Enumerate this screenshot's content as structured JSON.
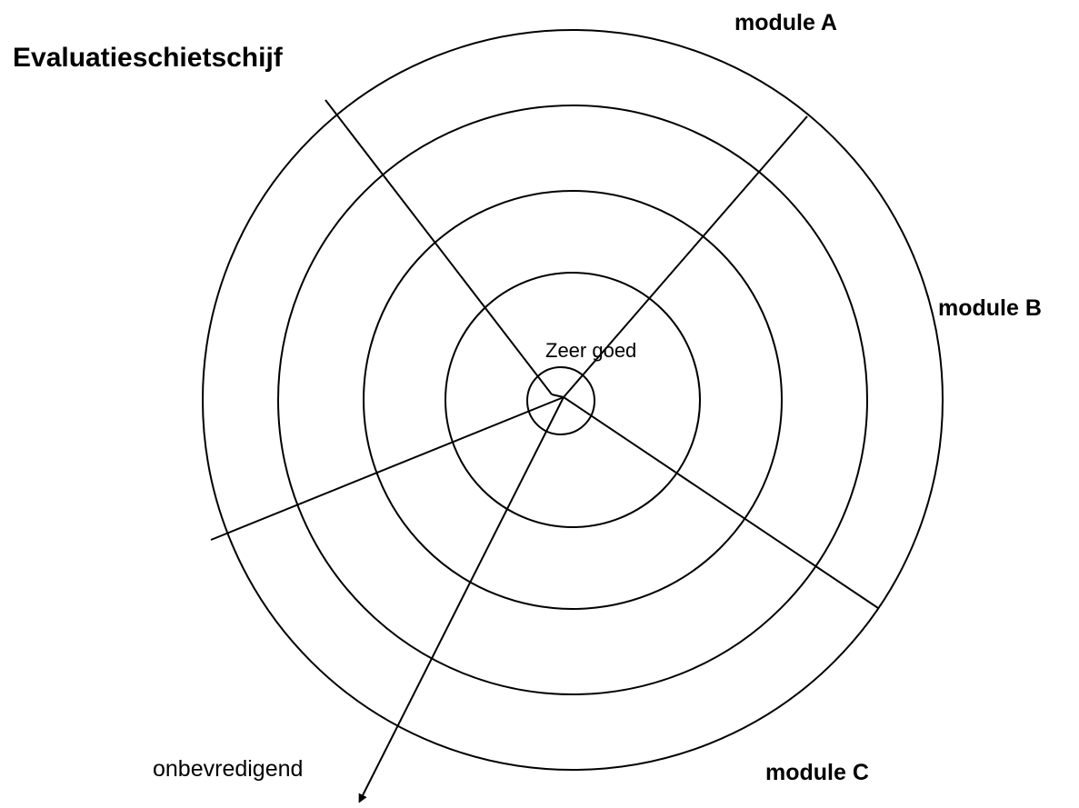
{
  "title": "Evaluatieschietschijf",
  "modules": {
    "a": "module A",
    "b": "module B",
    "c": "module C"
  },
  "scale": {
    "best": "Zeer goed",
    "worst": "onbevredigend"
  },
  "colors": {
    "ink": "#000000",
    "background": "#ffffff"
  }
}
